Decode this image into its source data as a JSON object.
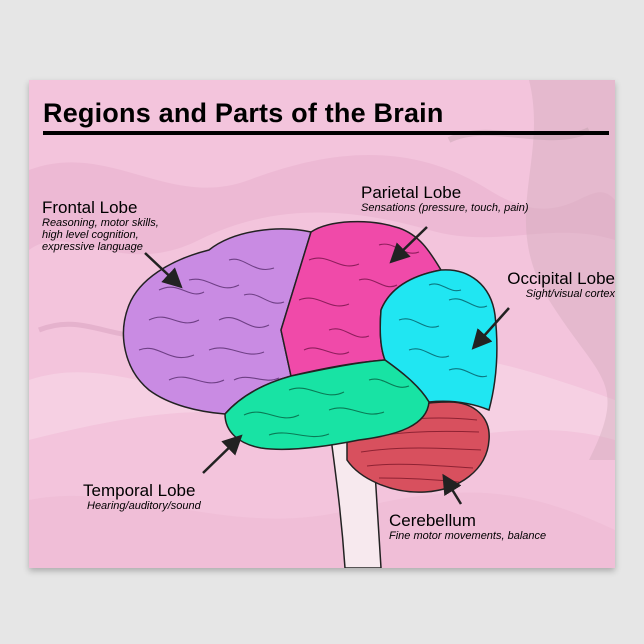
{
  "title": "Regions and Parts of the Brain",
  "labels": {
    "frontal": {
      "name": "Frontal Lobe",
      "desc": [
        "Reasoning, motor skills,",
        "high level cognition,",
        "expressive language"
      ]
    },
    "parietal": {
      "name": "Parietal Lobe",
      "desc": "Sensations (pressure, touch, pain)"
    },
    "occipital": {
      "name": "Occipital Lobe",
      "desc": "Sight/visual cortex"
    },
    "temporal": {
      "name": "Temporal Lobe",
      "desc": "Hearing/auditory/sound"
    },
    "cerebellum": {
      "name": "Cerebellum",
      "desc": "Fine motor movements, balance"
    }
  },
  "colors": {
    "frontal": "#c98be3",
    "parietal": "#f04aa9",
    "occipital": "#20e6f2",
    "temporal": "#18e3a4",
    "cerebellum": "#d8505e",
    "brainstem": "#f7e9ee",
    "background": "#f3c4dc"
  }
}
